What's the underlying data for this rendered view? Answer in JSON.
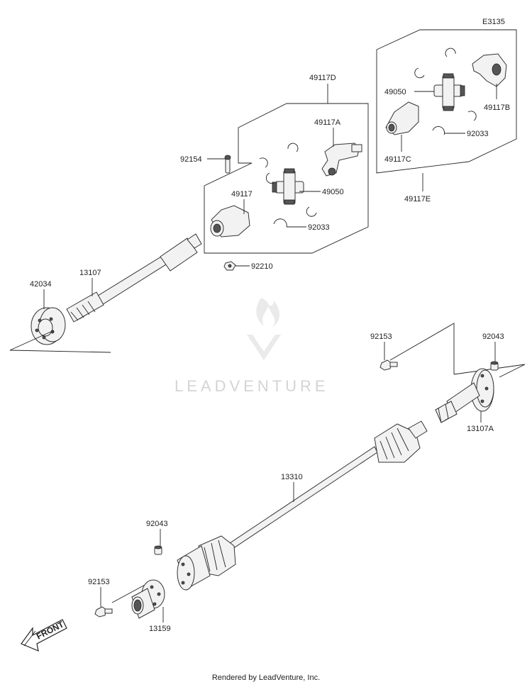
{
  "diagram_code": "E3135",
  "labels": {
    "p49117D": "49117D",
    "p92154": "92154",
    "p49117A": "49117A",
    "p49050_left": "49050",
    "p49117": "49117",
    "p92033_left": "92033",
    "p92210": "92210",
    "p49050_right": "49050",
    "p49117B": "49117B",
    "p92033_right": "92033",
    "p49117C": "49117C",
    "p49117E": "49117E",
    "p13107": "13107",
    "p42034": "42034",
    "p92153_top": "92153",
    "p92043_top": "92043",
    "p13107A": "13107A",
    "p13310": "13310",
    "p92043_bottom": "92043",
    "p92153_bottom": "92153",
    "p13159": "13159"
  },
  "front_arrow_label": "FRONT",
  "watermark": "LEADVENTURE",
  "footer": "Rendered by LeadVenture, Inc."
}
